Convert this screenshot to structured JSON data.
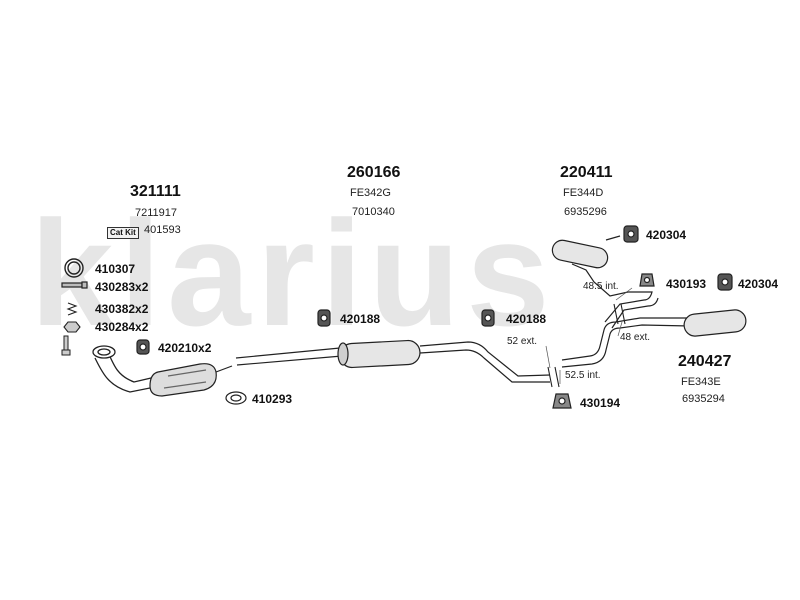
{
  "brand": "klarius",
  "assemblies": [
    {
      "number": "321111",
      "code": "",
      "ref": "7211917"
    },
    {
      "number": "260166",
      "code": "FE342G",
      "ref": "7010340"
    },
    {
      "number": "220411",
      "code": "FE344D",
      "ref": "6935296"
    },
    {
      "number": "240427",
      "code": "FE343E",
      "ref": "6935294"
    }
  ],
  "cat_kit": {
    "label": "Cat Kit",
    "part": "401593"
  },
  "parts": [
    {
      "label": "410307",
      "icon": "ring-clamp-icon"
    },
    {
      "label": "430283x2",
      "icon": "bolt-icon"
    },
    {
      "label": "430382x2",
      "icon": "spring-icon"
    },
    {
      "label": "430284x2",
      "icon": "nut-icon"
    },
    {
      "label": "420210x2",
      "icon": "rubber-mount-icon"
    },
    {
      "label": "410293",
      "icon": "gasket-icon"
    },
    {
      "label": "420188",
      "icon": "rubber-mount-icon"
    },
    {
      "label": "420188",
      "icon": "rubber-mount-icon"
    },
    {
      "label": "420304",
      "icon": "rubber-mount-icon"
    },
    {
      "label": "430193",
      "icon": "bracket-icon"
    },
    {
      "label": "420304",
      "icon": "rubber-mount-icon"
    },
    {
      "label": "430194",
      "icon": "bracket-icon"
    }
  ],
  "dimensions": [
    "48.5 int.",
    "48 ext.",
    "52 ext.",
    "52.5 int."
  ]
}
